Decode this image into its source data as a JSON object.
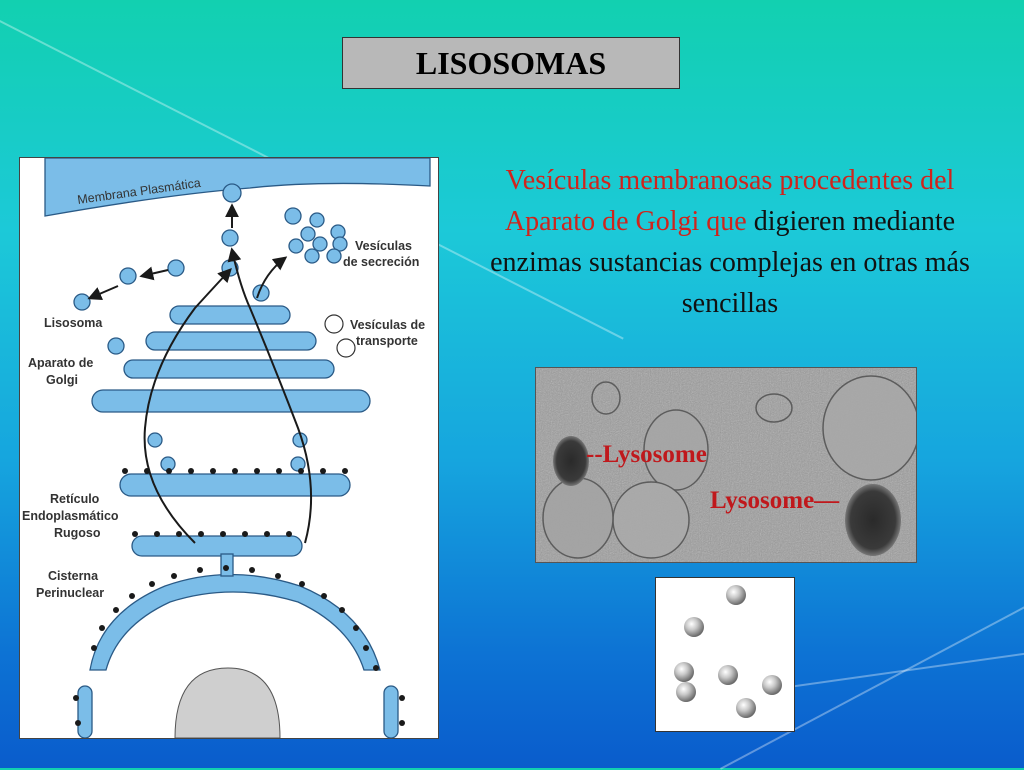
{
  "slide": {
    "title": "LISOSOMAS",
    "description": {
      "part1_red": "Vesículas membranosas procedentes del Aparato de Golgi que",
      "part2": " digieren mediante enzimas sustancias complejas en otras más sencillas"
    }
  },
  "diagram": {
    "labels": {
      "membrana": "Membrana Plasmática",
      "vesiculas_secrecion_1": "Vesículas",
      "vesiculas_secrecion_2": "de secreción",
      "lisosoma": "Lisosoma",
      "vesiculas_transporte_1": "Vesículas de",
      "vesiculas_transporte_2": "transporte",
      "golgi_1": "Aparato de",
      "golgi_2": "Golgi",
      "reticulo_1": "Retículo",
      "reticulo_2": "Endoplasmático",
      "reticulo_3": "Rugoso",
      "cisterna_1": "Cisterna",
      "cisterna_2": "Perinuclear"
    },
    "colors": {
      "membrane_fill": "#7bbde8",
      "membrane_stroke": "#2a5a86",
      "ribosome": "#1a1a1a",
      "nucleus": "#cfcfcf"
    }
  },
  "micrograph": {
    "label_left": "--Lysosome",
    "label_right": "Lysosome—",
    "label_color": "#c0181c"
  }
}
